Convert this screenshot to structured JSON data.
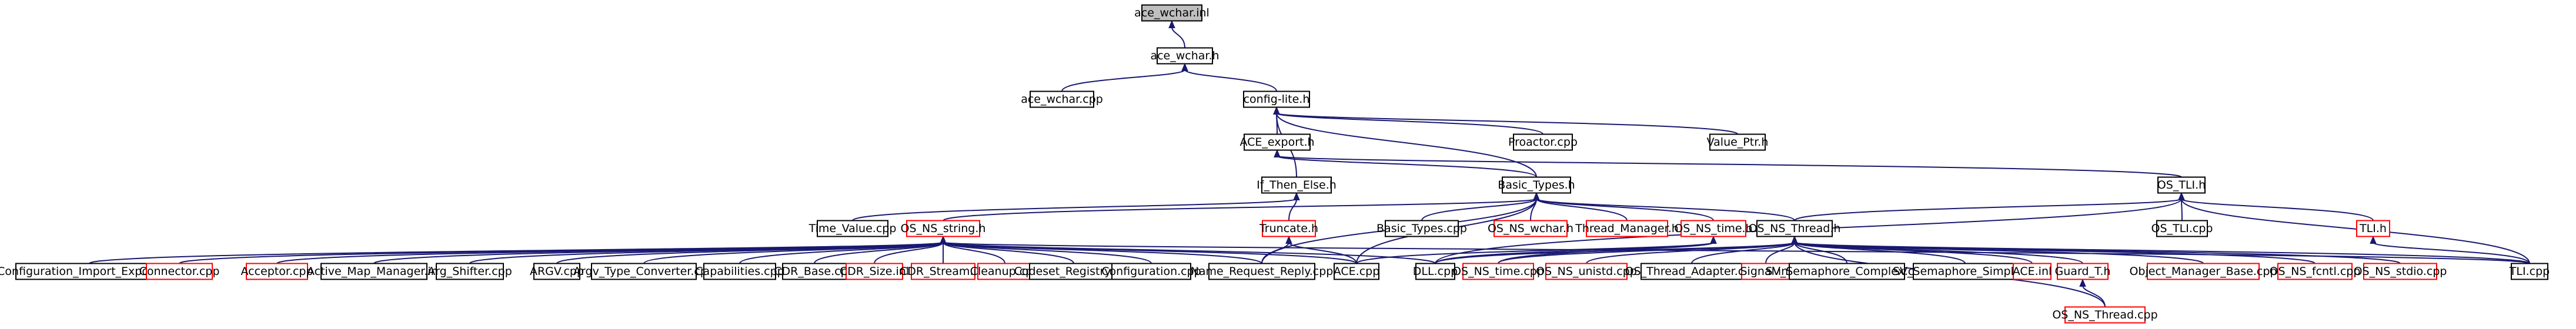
{
  "graph": {
    "colors": {
      "edge": "#191970",
      "missing_border": "#ff0000",
      "root_fill": "#bfbfbf",
      "border": "#000000"
    },
    "nodes": [
      {
        "id": "ace_wchar_inl",
        "label": "ace_wchar.inl",
        "kind": "root"
      },
      {
        "id": "ace_wchar_h",
        "label": "ace_wchar.h"
      },
      {
        "id": "ace_wchar_cpp",
        "label": "ace_wchar.cpp"
      },
      {
        "id": "config_lite_h",
        "label": "config-lite.h"
      },
      {
        "id": "ace_export_h",
        "label": "ACE_export.h"
      },
      {
        "id": "proactor_cpp",
        "label": "Proactor.cpp"
      },
      {
        "id": "value_ptr_h",
        "label": "Value_Ptr.h"
      },
      {
        "id": "if_then_else_h",
        "label": "If_Then_Else.h"
      },
      {
        "id": "basic_types_h",
        "label": "Basic_Types.h"
      },
      {
        "id": "os_tli_h",
        "label": "OS_TLI.h"
      },
      {
        "id": "time_value_cpp",
        "label": "Time_Value.cpp"
      },
      {
        "id": "os_ns_string_h",
        "label": "OS_NS_string.h",
        "missing": true
      },
      {
        "id": "truncate_h",
        "label": "Truncate.h",
        "missing": true
      },
      {
        "id": "basic_types_cpp",
        "label": "Basic_Types.cpp"
      },
      {
        "id": "os_ns_wchar_h",
        "label": "OS_NS_wchar.h",
        "missing": true
      },
      {
        "id": "thread_manager_h",
        "label": "Thread_Manager.h",
        "missing": true
      },
      {
        "id": "os_ns_time_h",
        "label": "OS_NS_time.h",
        "missing": true
      },
      {
        "id": "os_ns_thread_h",
        "label": "OS_NS_Thread.h"
      },
      {
        "id": "os_tli_cpp",
        "label": "OS_TLI.cpp"
      },
      {
        "id": "tli_h",
        "label": "TLI.h",
        "missing": true
      },
      {
        "id": "configuration_import_export_cpp",
        "label": "Configuration_Import_Export.cpp"
      },
      {
        "id": "connector_cpp",
        "label": "Connector.cpp",
        "missing": true
      },
      {
        "id": "acceptor_cpp",
        "label": "Acceptor.cpp",
        "missing": true
      },
      {
        "id": "active_map_manager_inl",
        "label": "Active_Map_Manager.inl"
      },
      {
        "id": "arg_shifter_cpp",
        "label": "Arg_Shifter.cpp"
      },
      {
        "id": "argv_cpp",
        "label": "ARGV.cpp"
      },
      {
        "id": "argv_type_converter_cpp",
        "label": "Argv_Type_Converter.cpp"
      },
      {
        "id": "capabilities_cpp",
        "label": "Capabilities.cpp"
      },
      {
        "id": "cdr_base_cpp",
        "label": "CDR_Base.cpp"
      },
      {
        "id": "cdr_size_inl",
        "label": "CDR_Size.inl",
        "missing": true
      },
      {
        "id": "cdr_stream_inl",
        "label": "CDR_Stream.inl",
        "missing": true
      },
      {
        "id": "cleanup_cpp",
        "label": "Cleanup.cpp",
        "missing": true
      },
      {
        "id": "codeset_registry_cpp",
        "label": "Codeset_Registry.cpp"
      },
      {
        "id": "configuration_cpp",
        "label": "Configuration.cpp"
      },
      {
        "id": "name_request_reply_cpp",
        "label": "Name_Request_Reply.cpp"
      },
      {
        "id": "ace_cpp",
        "label": "ACE.cpp"
      },
      {
        "id": "dll_cpp",
        "label": "DLL.cpp"
      },
      {
        "id": "os_ns_time_cpp",
        "label": "OS_NS_time.cpp",
        "missing": true
      },
      {
        "id": "os_ns_unistd_cpp",
        "label": "OS_NS_unistd.cpp",
        "missing": true
      },
      {
        "id": "os_thread_adapter_cpp",
        "label": "OS_Thread_Adapter.cpp"
      },
      {
        "id": "signal_inl",
        "label": "Signal.inl",
        "missing": true
      },
      {
        "id": "sv_semaphore_complex_cpp",
        "label": "SV_Semaphore_Complex.cpp"
      },
      {
        "id": "sv_semaphore_simple_inl",
        "label": "SV_Semaphore_Simple.inl"
      },
      {
        "id": "ace_inl",
        "label": "ACE.inl",
        "missing": true
      },
      {
        "id": "guard_t_h",
        "label": "Guard_T.h",
        "missing": true
      },
      {
        "id": "object_manager_base_cpp",
        "label": "Object_Manager_Base.cpp",
        "missing": true
      },
      {
        "id": "os_ns_fcntl_cpp",
        "label": "OS_NS_fcntl.cpp",
        "missing": true
      },
      {
        "id": "os_ns_stdio_cpp",
        "label": "OS_NS_stdio.cpp",
        "missing": true
      },
      {
        "id": "tli_cpp",
        "label": "TLI.cpp"
      },
      {
        "id": "os_ns_thread_cpp",
        "label": "OS_NS_Thread.cpp",
        "missing": true
      }
    ],
    "edges": [
      [
        "ace_wchar_h",
        "ace_wchar_inl"
      ],
      [
        "ace_wchar_cpp",
        "ace_wchar_h"
      ],
      [
        "config_lite_h",
        "ace_wchar_h"
      ],
      [
        "ace_export_h",
        "config_lite_h"
      ],
      [
        "proactor_cpp",
        "config_lite_h"
      ],
      [
        "value_ptr_h",
        "config_lite_h"
      ],
      [
        "if_then_else_h",
        "config_lite_h"
      ],
      [
        "basic_types_h",
        "config_lite_h"
      ],
      [
        "basic_types_h",
        "ace_export_h"
      ],
      [
        "os_tli_h",
        "ace_export_h"
      ],
      [
        "time_value_cpp",
        "if_then_else_h"
      ],
      [
        "truncate_h",
        "if_then_else_h"
      ],
      [
        "os_ns_string_h",
        "basic_types_h"
      ],
      [
        "basic_types_cpp",
        "basic_types_h"
      ],
      [
        "os_ns_wchar_h",
        "basic_types_h"
      ],
      [
        "thread_manager_h",
        "basic_types_h"
      ],
      [
        "os_ns_time_h",
        "basic_types_h"
      ],
      [
        "os_ns_thread_h",
        "basic_types_h"
      ],
      [
        "ace_cpp",
        "basic_types_h"
      ],
      [
        "name_request_reply_cpp",
        "basic_types_h"
      ],
      [
        "os_ns_thread_h",
        "os_tli_h"
      ],
      [
        "os_tli_cpp",
        "os_tli_h"
      ],
      [
        "tli_h",
        "os_tli_h"
      ],
      [
        "tli_cpp",
        "os_tli_h"
      ],
      [
        "dll_cpp",
        "os_tli_h"
      ],
      [
        "configuration_import_export_cpp",
        "os_ns_string_h"
      ],
      [
        "connector_cpp",
        "os_ns_string_h"
      ],
      [
        "acceptor_cpp",
        "os_ns_string_h"
      ],
      [
        "active_map_manager_inl",
        "os_ns_string_h"
      ],
      [
        "arg_shifter_cpp",
        "os_ns_string_h"
      ],
      [
        "argv_cpp",
        "os_ns_string_h"
      ],
      [
        "argv_type_converter_cpp",
        "os_ns_string_h"
      ],
      [
        "capabilities_cpp",
        "os_ns_string_h"
      ],
      [
        "cdr_base_cpp",
        "os_ns_string_h"
      ],
      [
        "cdr_size_inl",
        "os_ns_string_h"
      ],
      [
        "cdr_stream_inl",
        "os_ns_string_h"
      ],
      [
        "cleanup_cpp",
        "os_ns_string_h"
      ],
      [
        "codeset_registry_cpp",
        "os_ns_string_h"
      ],
      [
        "configuration_cpp",
        "os_ns_string_h"
      ],
      [
        "name_request_reply_cpp",
        "os_ns_string_h"
      ],
      [
        "ace_cpp",
        "os_ns_string_h"
      ],
      [
        "dll_cpp",
        "os_ns_string_h"
      ],
      [
        "tli_cpp",
        "os_ns_string_h"
      ],
      [
        "name_request_reply_cpp",
        "truncate_h"
      ],
      [
        "ace_cpp",
        "truncate_h"
      ],
      [
        "ace_cpp",
        "os_ns_time_h"
      ],
      [
        "dll_cpp",
        "os_ns_time_h"
      ],
      [
        "os_ns_time_cpp",
        "os_ns_time_h"
      ],
      [
        "dll_cpp",
        "os_ns_thread_h"
      ],
      [
        "os_ns_time_cpp",
        "os_ns_thread_h"
      ],
      [
        "os_ns_unistd_cpp",
        "os_ns_thread_h"
      ],
      [
        "os_thread_adapter_cpp",
        "os_ns_thread_h"
      ],
      [
        "signal_inl",
        "os_ns_thread_h"
      ],
      [
        "sv_semaphore_complex_cpp",
        "os_ns_thread_h"
      ],
      [
        "sv_semaphore_simple_inl",
        "os_ns_thread_h"
      ],
      [
        "ace_inl",
        "os_ns_thread_h"
      ],
      [
        "guard_t_h",
        "os_ns_thread_h"
      ],
      [
        "object_manager_base_cpp",
        "os_ns_thread_h"
      ],
      [
        "os_ns_fcntl_cpp",
        "os_ns_thread_h"
      ],
      [
        "os_ns_stdio_cpp",
        "os_ns_thread_h"
      ],
      [
        "tli_cpp",
        "os_ns_thread_h"
      ],
      [
        "os_ns_thread_cpp",
        "os_ns_thread_h"
      ],
      [
        "os_ns_thread_cpp",
        "guard_t_h"
      ],
      [
        "tli_cpp",
        "tli_h"
      ]
    ]
  }
}
